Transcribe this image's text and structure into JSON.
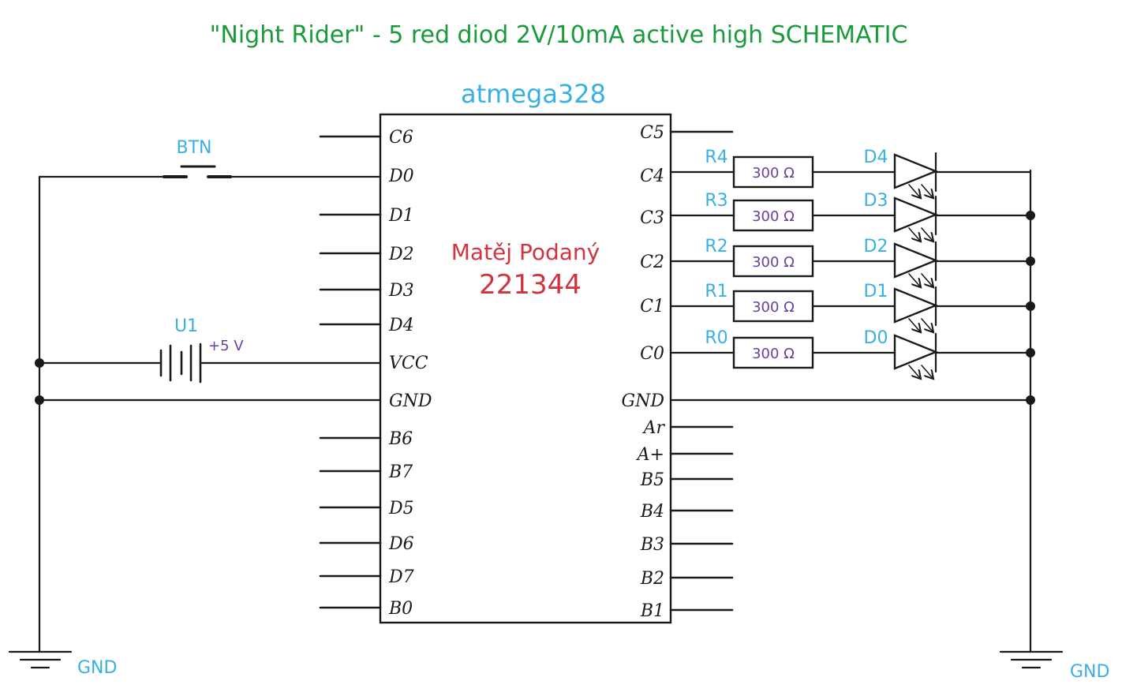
{
  "title": "\"Night Rider\" - 5 red diod 2V/10mA active high SCHEMATIC",
  "chip": {
    "name": "atmega328",
    "author": "Matěj Podaný",
    "id": "221344",
    "left_pins": [
      "C6",
      "D0",
      "D1",
      "D2",
      "D3",
      "D4",
      "VCC",
      "GND",
      "B6",
      "B7",
      "D5",
      "D6",
      "D7",
      "B0"
    ],
    "right_pins": [
      "C5",
      "C4",
      "C3",
      "C2",
      "C1",
      "C0",
      "GND",
      "Ar",
      "A+",
      "B5",
      "B4",
      "B3",
      "B2",
      "B1"
    ]
  },
  "button": {
    "label": "BTN"
  },
  "battery": {
    "label": "U1",
    "voltage": "+5 V"
  },
  "resistors": [
    {
      "label": "R4",
      "value": "300 Ω"
    },
    {
      "label": "R3",
      "value": "300 Ω"
    },
    {
      "label": "R2",
      "value": "300 Ω"
    },
    {
      "label": "R1",
      "value": "300 Ω"
    },
    {
      "label": "R0",
      "value": "300 Ω"
    }
  ],
  "diodes": [
    {
      "label": "D4"
    },
    {
      "label": "D3"
    },
    {
      "label": "D2"
    },
    {
      "label": "D1"
    },
    {
      "label": "D0"
    }
  ],
  "ground_left": "GND",
  "ground_right": "GND",
  "colors": {
    "title": "#1a9a3c",
    "labels": "#3ab0e2",
    "values": "#6b3fa0",
    "author": "#d0343f",
    "ink": "#1a1a1a"
  }
}
